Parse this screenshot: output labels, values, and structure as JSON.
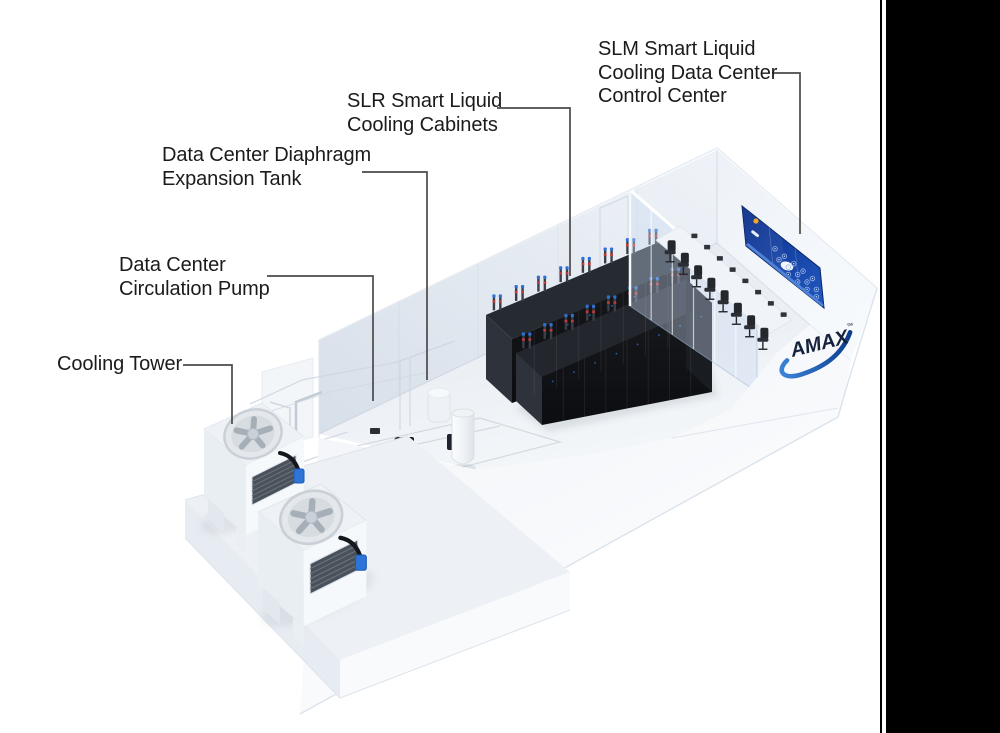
{
  "page": {
    "background": "#ffffff"
  },
  "right_panel": {
    "color": "#000000"
  },
  "labels": {
    "slm_control_center": {
      "lines": [
        "SLM Smart Liquid",
        "Cooling Data Center",
        "Control Center"
      ]
    },
    "slr_cabinets": {
      "lines": [
        "SLR Smart Liquid",
        "Cooling Cabinets"
      ]
    },
    "expansion_tank": {
      "lines": [
        "Data Center Diaphragm",
        "Expansion Tank"
      ]
    },
    "circulation_pump": {
      "lines": [
        "Data Center",
        "Circulation Pump"
      ]
    },
    "cooling_tower": {
      "lines": [
        "Cooling Tower"
      ]
    }
  },
  "logo": {
    "text": "AMAX",
    "tm": "™"
  },
  "colors": {
    "label_text": "#1b1b1b",
    "callout_line": "#4a4a4a",
    "screen_blue_dark": "#0a2d89",
    "screen_blue_light": "#2158c0",
    "logo_navy": "#16223c",
    "logo_swoosh_light": "#3b82d6",
    "logo_swoosh_dark": "#0a3c8c",
    "rack_black": "#101215",
    "fitting_blue": "#2f6fd1",
    "fitting_red": "#c23b3b",
    "tower_cap_blue": "#2e73d6"
  },
  "scene": {
    "counts": {
      "rack_rows": 2,
      "rack_cabinets_per_row": 8,
      "fitting_pairs_per_row": 8,
      "cooling_towers": 2,
      "chairs": 8,
      "glass_panels": 5,
      "control_screens": 1
    }
  }
}
